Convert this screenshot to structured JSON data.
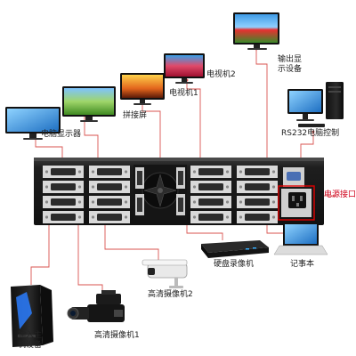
{
  "labels": {
    "pc_monitor": "电脑显示器",
    "splice_screen": "拼接屏",
    "tv1": "电视机1",
    "tv2": "电视机2",
    "output_display": "输出显\n示设备",
    "rs232": "RS232电脑控制",
    "power_port": "电源接口",
    "dvr": "硬盘录像机",
    "notebook": "记事本",
    "hd_camera2": "高清摄像机2",
    "hd_camera1": "高清摄像机1",
    "input_host": "输入主\n机设备"
  },
  "colors": {
    "wire": "#d9534f",
    "chassis": "#1e1e1e",
    "port_face": "#d9d9d9",
    "highlight": "#e00000"
  }
}
